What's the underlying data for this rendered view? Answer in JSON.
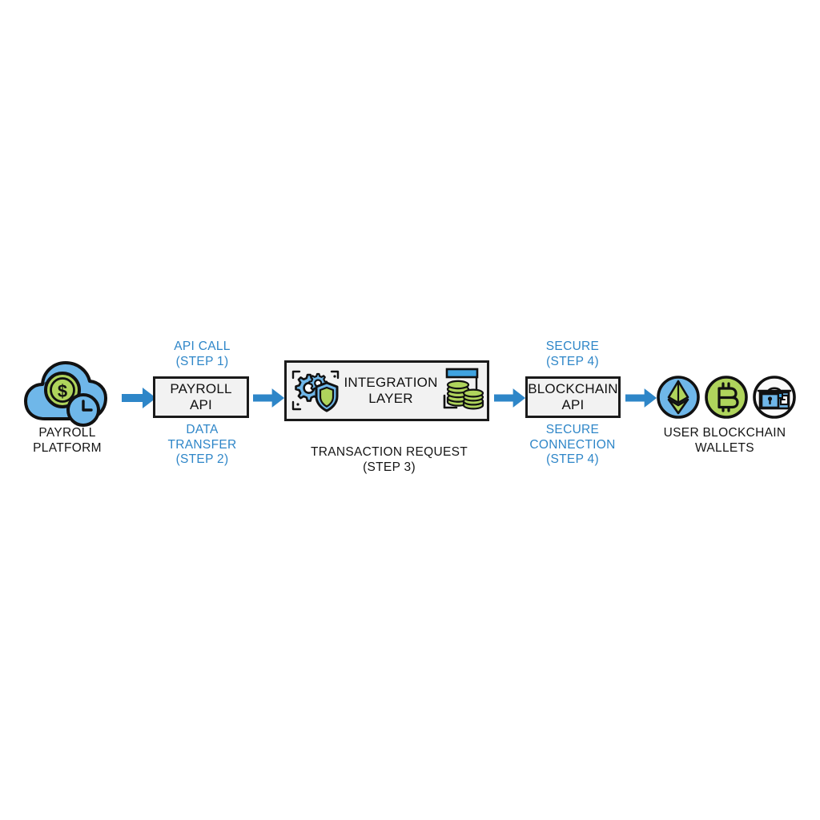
{
  "diagram": {
    "title": "Payroll to blockchain wallet integration flow",
    "background_color": "#FFFFFF",
    "accent_blue": "#2E86C8",
    "icon_blue": "#6FB7E9",
    "icon_green": "#AFD45C",
    "box_fill": "#F2F2F2",
    "box_stroke": "#1A1A1A",
    "text_dark": "#141414"
  },
  "nodes": [
    {
      "id": "payroll-platform",
      "type": "icon-node",
      "icon": "cloud-dollar-clock-icon",
      "label": "PAYROLL\nPLATFORM"
    },
    {
      "id": "payroll-api",
      "type": "process-box",
      "label": "PAYROLL\nAPI",
      "label_above": "API CALL\n(STEP 1)",
      "label_below": "DATA\nTRANSFER\n(STEP 2)"
    },
    {
      "id": "integration-layer",
      "type": "process-box",
      "label": "INTEGRATION\nLAYER",
      "icon_left": "gear-shield-icon",
      "icon_right": "coin-stack-icon",
      "label_below": "TRANSACTION REQUEST\n(STEP 3)"
    },
    {
      "id": "blockchain-api",
      "type": "process-box",
      "label": "BLOCKCHAIN\nAPI",
      "label_above": "SECURE\n(STEP 4)",
      "label_below": "SECURE\nCONNECTION\n(STEP 4)"
    },
    {
      "id": "user-wallets",
      "type": "icon-node",
      "label": "USER BLOCKCHAIN WALLETS",
      "icons": [
        {
          "name": "ethereum-coin-icon",
          "fill": "#6FB7E9"
        },
        {
          "name": "bitcoin-coin-icon",
          "fill": "#AFD45C"
        },
        {
          "name": "wallet-lock-icon",
          "fill": "#FFFFFF"
        }
      ]
    }
  ],
  "arrows": [
    {
      "id": "arrow-1",
      "from": "payroll-platform",
      "to": "payroll-api",
      "color": "#2E86C8"
    },
    {
      "id": "arrow-2",
      "from": "payroll-api",
      "to": "integration-layer",
      "color": "#2E86C8"
    },
    {
      "id": "arrow-3",
      "from": "integration-layer",
      "to": "blockchain-api",
      "color": "#2E86C8"
    },
    {
      "id": "arrow-4",
      "from": "blockchain-api",
      "to": "user-wallets",
      "color": "#2E86C8"
    }
  ],
  "labels": {
    "payroll_platform": "PAYROLL\nPLATFORM",
    "api_call_step1": "API CALL\n(STEP 1)",
    "payroll_api": "PAYROLL\nAPI",
    "data_transfer_step2": "DATA\nTRANSFER\n(STEP 2)",
    "integration_layer": "INTEGRATION\nLAYER",
    "transaction_request_step3": "TRANSACTION REQUEST\n(STEP 3)",
    "secure_step4": "SECURE\n(STEP 4)",
    "blockchain_api": "BLOCKCHAIN\nAPI",
    "secure_connection_step4": "SECURE\nCONNECTION\n(STEP 4)",
    "user_blockchain_wallets": "USER BLOCKCHAIN WALLETS"
  }
}
